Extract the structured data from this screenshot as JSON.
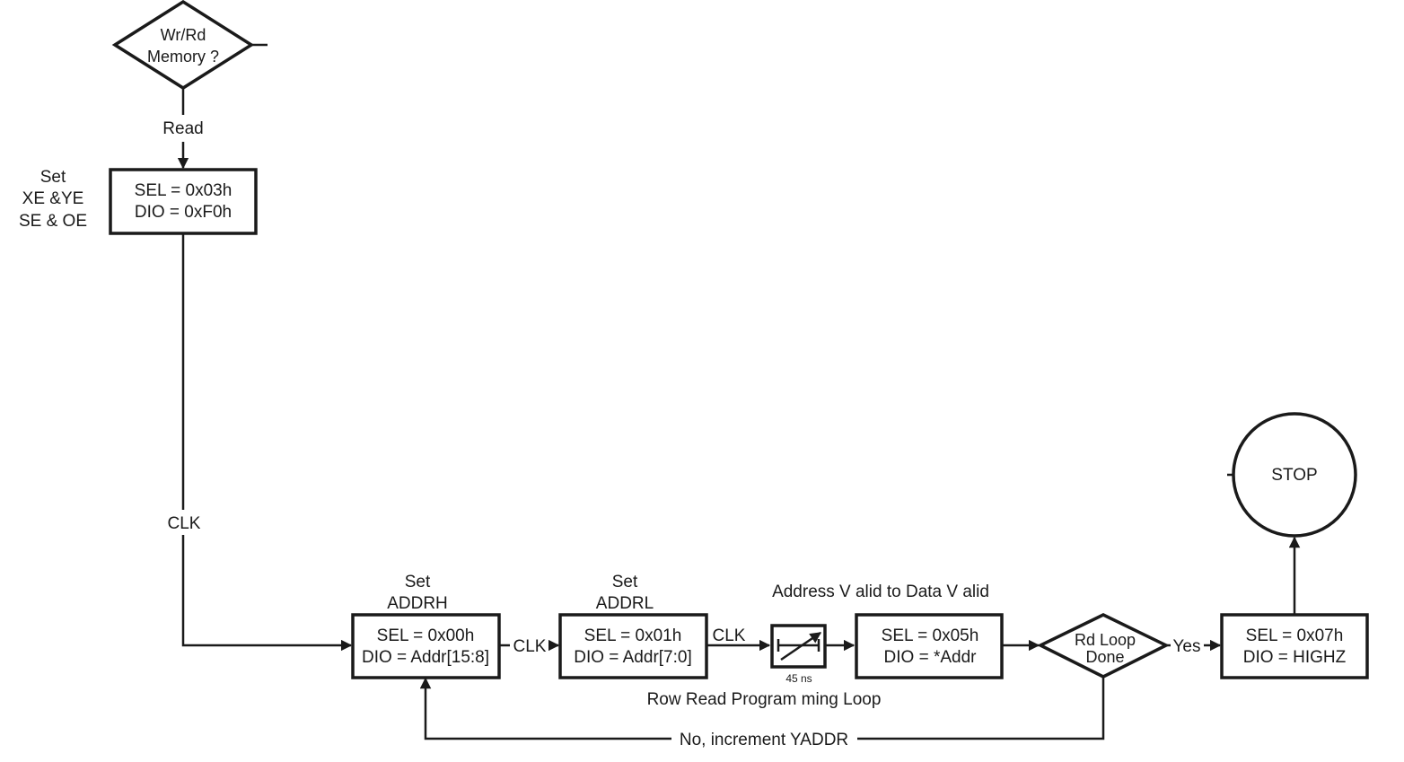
{
  "decision_wr_rd": {
    "line1": "Wr/Rd",
    "line2": "Memory ?"
  },
  "label_read": "Read",
  "set_xe": {
    "line1": "Set",
    "line2": "XE &YE",
    "line3": "SE & OE"
  },
  "box_sel03": {
    "line1": "SEL = 0x03h",
    "line2": "DIO = 0xF0h"
  },
  "label_clk_vertical": "CLK",
  "set_addrh": {
    "line1": "Set",
    "line2": "ADDRH"
  },
  "box_sel00": {
    "line1": "SEL = 0x00h",
    "line2": "DIO = Addr[15:8]"
  },
  "label_clk_1": "CLK",
  "set_addrl": {
    "line1": "Set",
    "line2": "ADDRL"
  },
  "box_sel01": {
    "line1": "SEL = 0x01h",
    "line2": "DIO = Addr[7:0]"
  },
  "label_clk_2": "CLK",
  "label_addr_valid": "Address V alid to Data V alid",
  "delay": {
    "label": "45 ns"
  },
  "box_sel05": {
    "line1": "SEL = 0x05h",
    "line2": "DIO = *Addr"
  },
  "decision_rd_loop": {
    "line1": "Rd Loop",
    "line2": "Done"
  },
  "label_yes": "Yes",
  "box_sel07": {
    "line1": "SEL = 0x07h",
    "line2": "DIO = HIGHZ"
  },
  "stop": {
    "label": "STOP"
  },
  "label_row_read": "Row Read Program ming Loop",
  "label_no": "No, increment YADDR"
}
